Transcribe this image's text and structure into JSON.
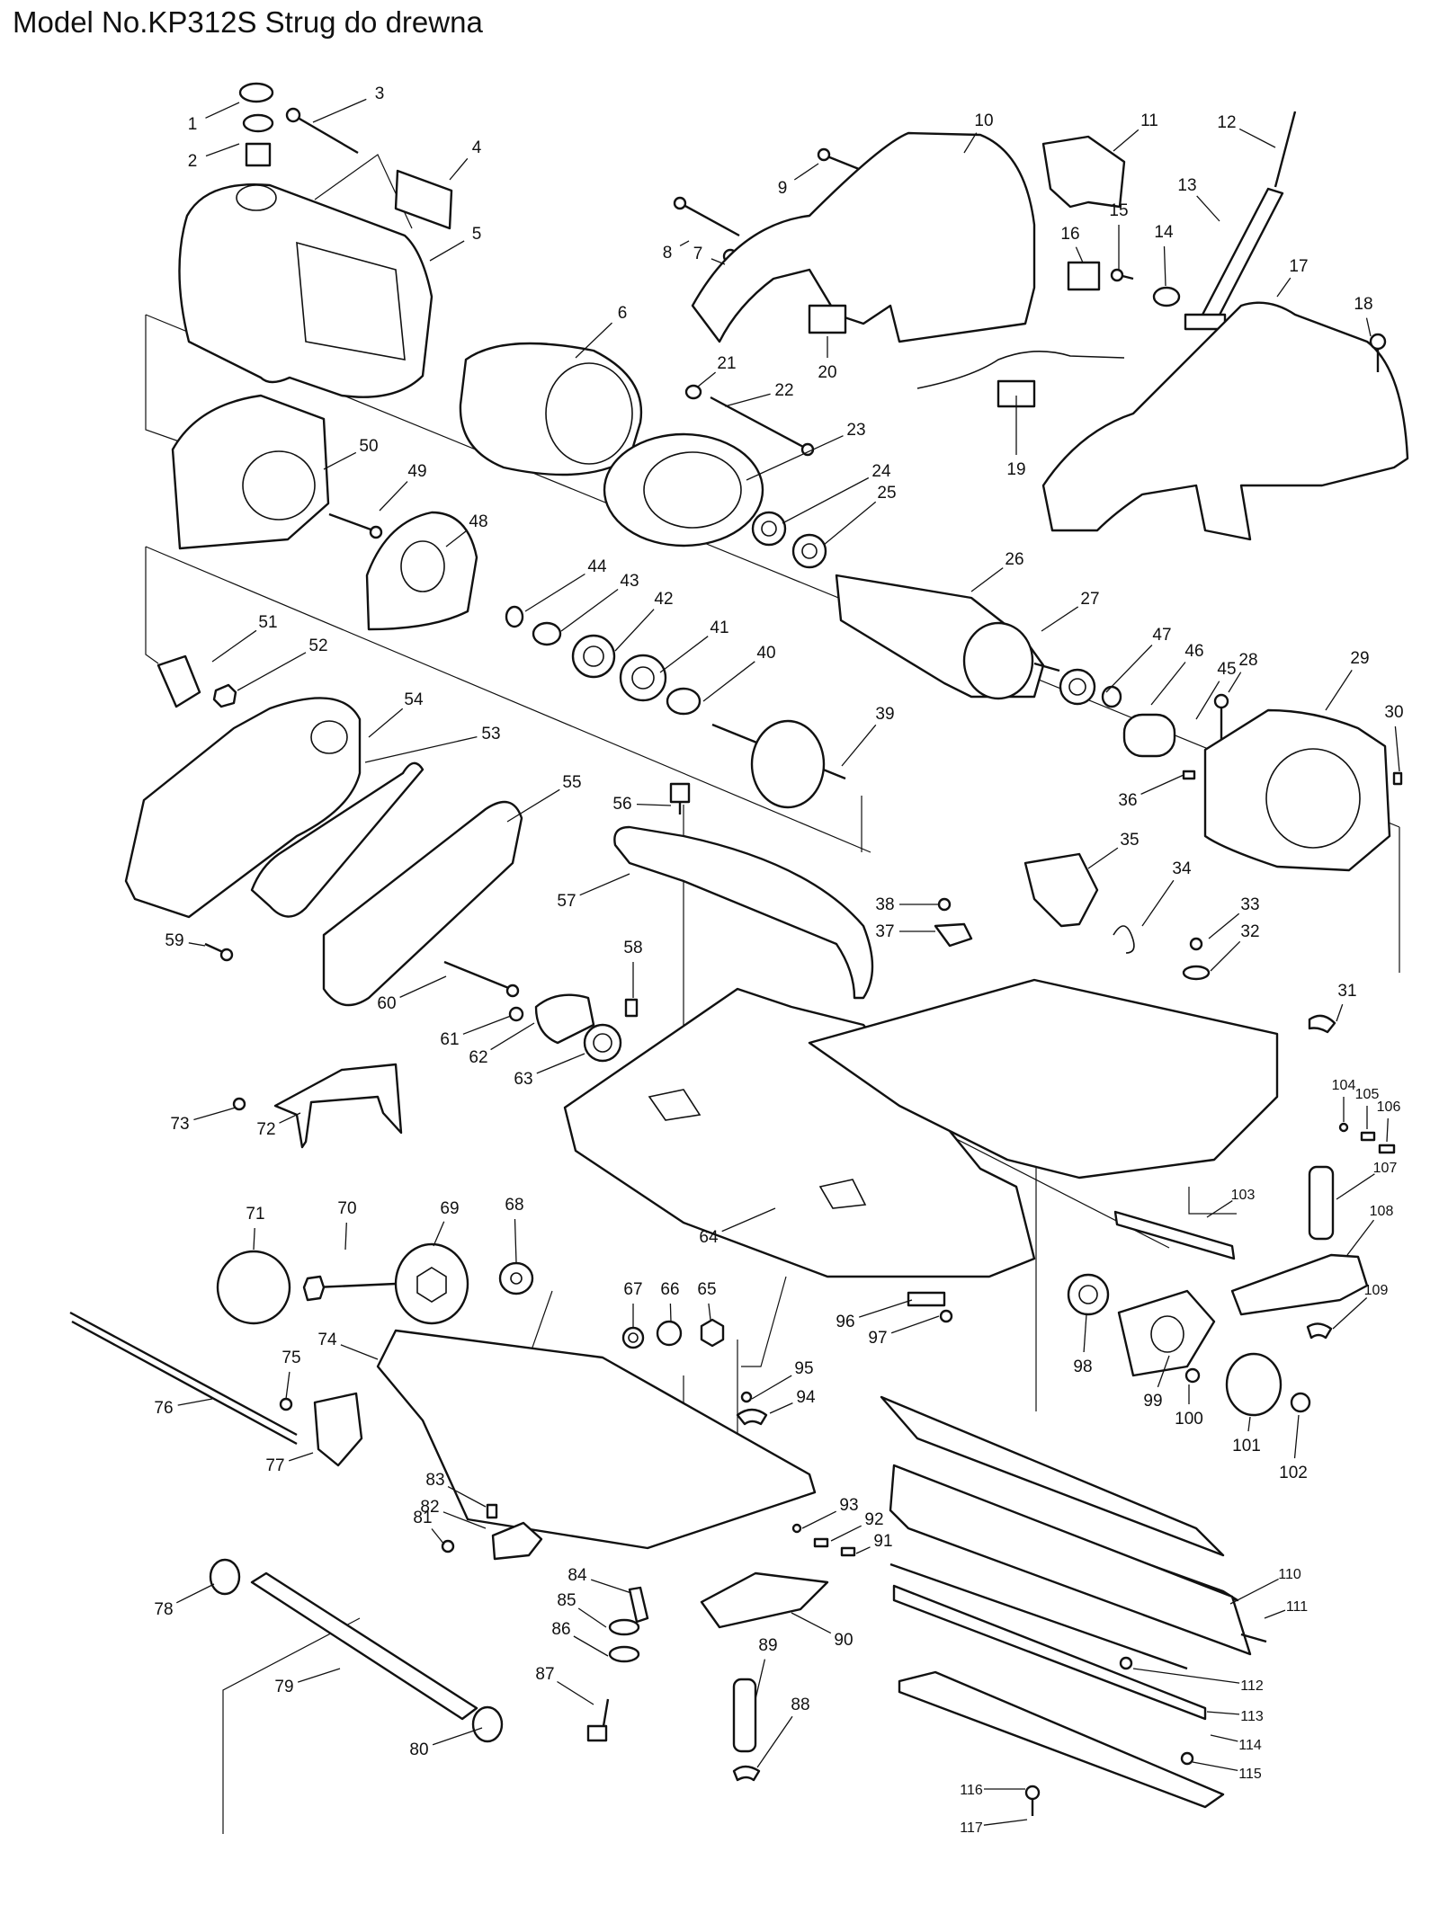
{
  "title": "Model No.KP312S Strug do drewna",
  "callouts": [
    {
      "n": "1"
    },
    {
      "n": "2"
    },
    {
      "n": "3"
    },
    {
      "n": "4"
    },
    {
      "n": "5"
    },
    {
      "n": "6"
    },
    {
      "n": "7"
    },
    {
      "n": "8"
    },
    {
      "n": "9"
    },
    {
      "n": "10"
    },
    {
      "n": "11"
    },
    {
      "n": "12"
    },
    {
      "n": "13"
    },
    {
      "n": "14"
    },
    {
      "n": "15"
    },
    {
      "n": "16"
    },
    {
      "n": "17"
    },
    {
      "n": "18"
    },
    {
      "n": "19"
    },
    {
      "n": "20"
    },
    {
      "n": "21"
    },
    {
      "n": "22"
    },
    {
      "n": "23"
    },
    {
      "n": "24"
    },
    {
      "n": "25"
    },
    {
      "n": "26"
    },
    {
      "n": "27"
    },
    {
      "n": "28"
    },
    {
      "n": "29"
    },
    {
      "n": "30"
    },
    {
      "n": "31"
    },
    {
      "n": "32"
    },
    {
      "n": "33"
    },
    {
      "n": "34"
    },
    {
      "n": "35"
    },
    {
      "n": "36"
    },
    {
      "n": "37"
    },
    {
      "n": "38"
    },
    {
      "n": "39"
    },
    {
      "n": "40"
    },
    {
      "n": "41"
    },
    {
      "n": "42"
    },
    {
      "n": "43"
    },
    {
      "n": "44"
    },
    {
      "n": "45"
    },
    {
      "n": "46"
    },
    {
      "n": "47"
    },
    {
      "n": "48"
    },
    {
      "n": "49"
    },
    {
      "n": "50"
    },
    {
      "n": "51"
    },
    {
      "n": "52"
    },
    {
      "n": "53"
    },
    {
      "n": "54"
    },
    {
      "n": "55"
    },
    {
      "n": "56"
    },
    {
      "n": "57"
    },
    {
      "n": "58"
    },
    {
      "n": "59"
    },
    {
      "n": "60"
    },
    {
      "n": "61"
    },
    {
      "n": "62"
    },
    {
      "n": "63"
    },
    {
      "n": "64"
    },
    {
      "n": "65"
    },
    {
      "n": "66"
    },
    {
      "n": "67"
    },
    {
      "n": "68"
    },
    {
      "n": "69"
    },
    {
      "n": "70"
    },
    {
      "n": "71"
    },
    {
      "n": "72"
    },
    {
      "n": "73"
    },
    {
      "n": "74"
    },
    {
      "n": "75"
    },
    {
      "n": "76"
    },
    {
      "n": "77"
    },
    {
      "n": "78"
    },
    {
      "n": "79"
    },
    {
      "n": "80"
    },
    {
      "n": "81"
    },
    {
      "n": "82"
    },
    {
      "n": "83"
    },
    {
      "n": "84"
    },
    {
      "n": "85"
    },
    {
      "n": "86"
    },
    {
      "n": "87"
    },
    {
      "n": "88"
    },
    {
      "n": "89"
    },
    {
      "n": "90"
    },
    {
      "n": "91"
    },
    {
      "n": "92"
    },
    {
      "n": "93"
    },
    {
      "n": "94"
    },
    {
      "n": "95"
    },
    {
      "n": "96"
    },
    {
      "n": "97"
    },
    {
      "n": "98"
    },
    {
      "n": "99"
    },
    {
      "n": "100"
    },
    {
      "n": "101"
    },
    {
      "n": "102"
    },
    {
      "n": "103"
    },
    {
      "n": "104"
    },
    {
      "n": "105"
    },
    {
      "n": "106"
    },
    {
      "n": "107"
    },
    {
      "n": "108"
    },
    {
      "n": "109"
    },
    {
      "n": "110"
    },
    {
      "n": "111"
    },
    {
      "n": "112"
    },
    {
      "n": "113"
    },
    {
      "n": "114"
    },
    {
      "n": "115"
    },
    {
      "n": "116"
    },
    {
      "n": "117"
    }
  ]
}
